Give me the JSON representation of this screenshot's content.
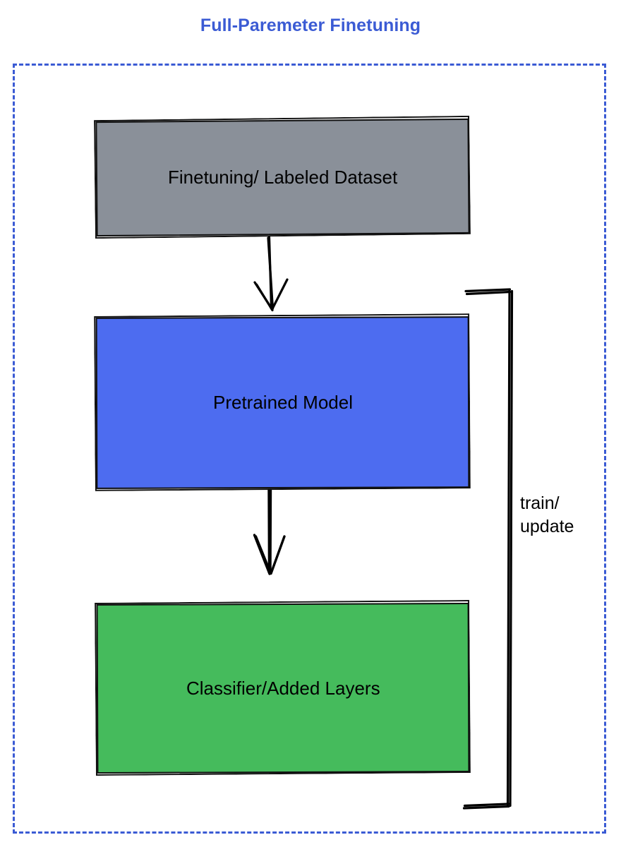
{
  "diagram": {
    "title": "Full-Paremeter Finetuning",
    "title_color": "#3b5bd4",
    "frame": {
      "name": "dashed-boundary",
      "border_style": "dashed",
      "border_color": "#3b5bd4"
    },
    "nodes": [
      {
        "id": "dataset",
        "label": "Finetuning/ Labeled Dataset",
        "fill": "#8a9099",
        "stroke": "#111111",
        "text_color": "#000000"
      },
      {
        "id": "pretrained",
        "label": "Pretrained Model",
        "fill": "#4d6cf0",
        "stroke": "#111111",
        "text_color": "#000000"
      },
      {
        "id": "classifier",
        "label": "Classifier/Added Layers",
        "fill": "#45bb5c",
        "stroke": "#111111",
        "text_color": "#000000"
      }
    ],
    "edges": [
      {
        "id": "dataset-to-pretrained",
        "from": "dataset",
        "to": "pretrained",
        "label": "",
        "arrow": true
      },
      {
        "id": "pretrained-to-classifier",
        "from": "pretrained",
        "to": "classifier",
        "label": "",
        "arrow": true
      },
      {
        "id": "feedback-loop",
        "from": "classifier",
        "to": "pretrained",
        "label_line1": "train/",
        "label_line2": "update",
        "arrow": false
      }
    ],
    "loop_label": {
      "line1": "train/",
      "line2": "update"
    }
  }
}
